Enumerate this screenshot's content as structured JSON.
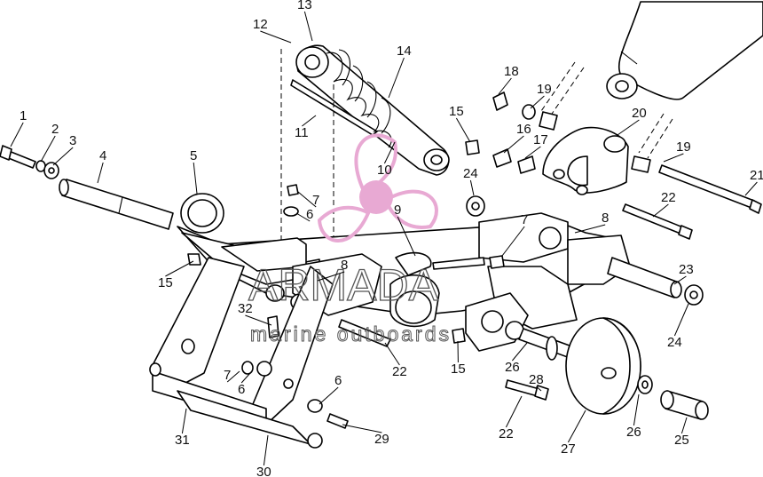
{
  "diagram": {
    "callouts": [
      {
        "id": "c1",
        "label": "1"
      },
      {
        "id": "c2",
        "label": "2"
      },
      {
        "id": "c3",
        "label": "3"
      },
      {
        "id": "c4",
        "label": "4"
      },
      {
        "id": "c5",
        "label": "5"
      },
      {
        "id": "c6a",
        "label": "6"
      },
      {
        "id": "c6b",
        "label": "6"
      },
      {
        "id": "c6c",
        "label": "6"
      },
      {
        "id": "c7a",
        "label": "7"
      },
      {
        "id": "c7b",
        "label": "7"
      },
      {
        "id": "c7c",
        "label": "7"
      },
      {
        "id": "c8a",
        "label": "8"
      },
      {
        "id": "c8b",
        "label": "8"
      },
      {
        "id": "c9",
        "label": "9"
      },
      {
        "id": "c10",
        "label": "10"
      },
      {
        "id": "c11",
        "label": "11"
      },
      {
        "id": "c12",
        "label": "12"
      },
      {
        "id": "c13",
        "label": "13"
      },
      {
        "id": "c14",
        "label": "14"
      },
      {
        "id": "c15a",
        "label": "15"
      },
      {
        "id": "c15b",
        "label": "15"
      },
      {
        "id": "c15c",
        "label": "15"
      },
      {
        "id": "c16",
        "label": "16"
      },
      {
        "id": "c17",
        "label": "17"
      },
      {
        "id": "c18",
        "label": "18"
      },
      {
        "id": "c19a",
        "label": "19"
      },
      {
        "id": "c19b",
        "label": "19"
      },
      {
        "id": "c20",
        "label": "20"
      },
      {
        "id": "c21",
        "label": "21"
      },
      {
        "id": "c22a",
        "label": "22"
      },
      {
        "id": "c22b",
        "label": "22"
      },
      {
        "id": "c22c",
        "label": "22"
      },
      {
        "id": "c23",
        "label": "23"
      },
      {
        "id": "c24a",
        "label": "24"
      },
      {
        "id": "c24b",
        "label": "24"
      },
      {
        "id": "c25",
        "label": "25"
      },
      {
        "id": "c26a",
        "label": "26"
      },
      {
        "id": "c26b",
        "label": "26"
      },
      {
        "id": "c27",
        "label": "27"
      },
      {
        "id": "c28",
        "label": "28"
      },
      {
        "id": "c29",
        "label": "29"
      },
      {
        "id": "c30",
        "label": "30"
      },
      {
        "id": "c31",
        "label": "31"
      },
      {
        "id": "c32",
        "label": "32"
      }
    ]
  },
  "watermark": {
    "brand": "ARMADA",
    "tagline": "marine outboards",
    "color": "#e8a9d3"
  }
}
